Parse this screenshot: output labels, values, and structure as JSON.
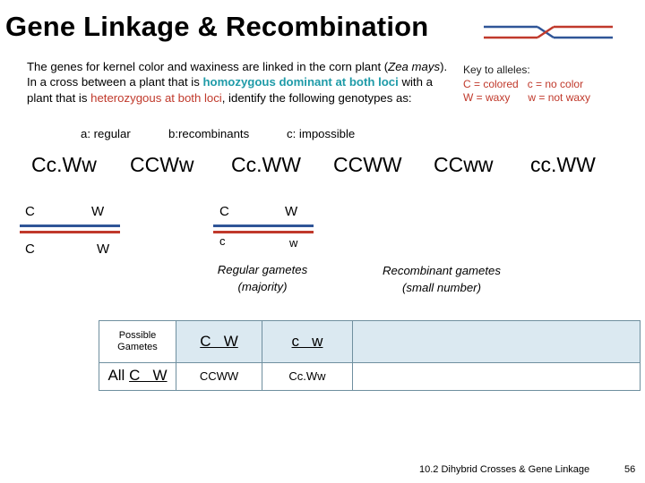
{
  "title": "Gene Linkage  & Recombination",
  "intro": {
    "p1": "The genes for kernel color and waxiness are linked in the corn plant (",
    "species": "Zea mays",
    "p2": "). In a cross between a plant that is ",
    "homozygous": "homozygous dominant at both loci",
    "p3": " with a plant that is ",
    "heterozygous": "heterozygous at both loci",
    "p4": ", identify the following genotypes as:"
  },
  "categories": {
    "a": "a: regular",
    "b": "b:recombinants",
    "c": "c: impossible"
  },
  "key": {
    "title": "Key to alleles:",
    "line1": "C = colored   c = no color",
    "line2": "W = waxy      w = not waxy"
  },
  "genotypes": [
    "Cc.Ww",
    "CCWw",
    "Cc.WW",
    "CCWW",
    "CCww",
    "cc.WW"
  ],
  "chromosomes_left": {
    "top": [
      "C",
      "W"
    ],
    "bottom": [
      "C",
      "W"
    ]
  },
  "chromosomes_right": {
    "top": [
      "C",
      "W"
    ],
    "bottom": [
      "c",
      "w"
    ]
  },
  "captions": {
    "regular": [
      "Regular gametes",
      "(majority)"
    ],
    "recombinant": [
      "Recombinant gametes",
      "(small number)"
    ]
  },
  "gamete_table": {
    "possible": [
      "Possible",
      "Gametes"
    ],
    "regular1": "C   W",
    "regular2": "c   w",
    "all_prefix": "All ",
    "all_gamete": "C   W",
    "offspring1": "CCWW",
    "offspring2": "Cc.Ww"
  },
  "footer": "10.2 Dihybrid Crosses & Gene Linkage",
  "page_number": "56",
  "colors": {
    "teal": "#1f9ba8",
    "red": "#c0392b",
    "chromosome_blue": "#2f5597",
    "chromosome_red": "#c0392b",
    "table_shade": "#dbe9f1"
  },
  "icons": [
    "crossover-icon"
  ]
}
